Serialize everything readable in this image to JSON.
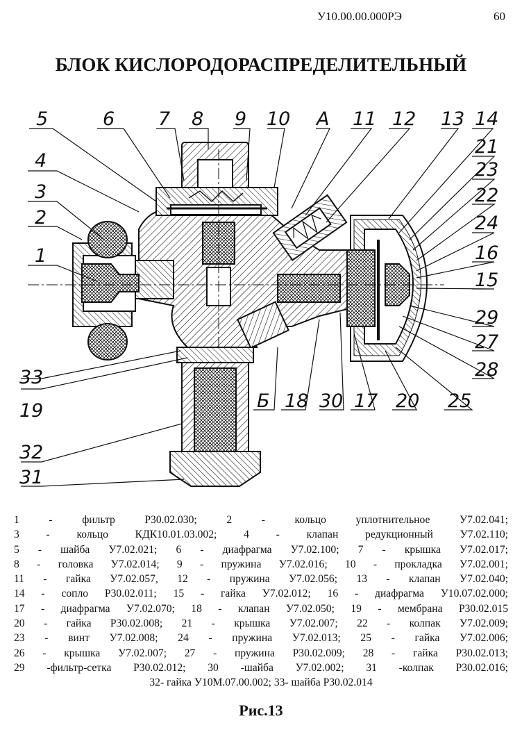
{
  "header": {
    "doc_code": "У10.00.00.000РЭ",
    "page_number": "60"
  },
  "title": "БЛОК КИСЛОРОДОРАСПРЕДЕЛИТЕЛЬНЫЙ",
  "callouts": [
    "1",
    "2",
    "3",
    "4",
    "5",
    "6",
    "7",
    "8",
    "9",
    "10",
    "А",
    "11",
    "12",
    "13",
    "14",
    "21",
    "23",
    "22",
    "24",
    "16",
    "15",
    "29",
    "27",
    "28",
    "25",
    "20",
    "17",
    "30",
    "18",
    "Б",
    "19",
    "33",
    "32",
    "31"
  ],
  "legend_lines": [
    "1 -   фильтр Р30.02.030;          2 - кольцо уплотнительное   У7.02.041;",
    "3 -  кольцо  КДК10.01.03.002;    4 - клапан  редукционный   У7.02.110;",
    "5 - шайба   У7.02.021;     6 -  диафрагма  У7.02.100;    7 - крышка  У7.02.017;",
    "8 - головка У7.02.014;  9 - пружина  У7.02.016;   10 - прокладка У7.02.001;",
    "11 - гайка   У7.02.057,   12 - пружина  У7.02.056;   13 - клапан  У7.02.040;",
    "14 - сопло Р30.02.011; 15 - гайка У7.02.012; 16 - диафрагма У10.07.02.000;",
    "17 - диафрагма У7.02.070; 18 - клапан У7.02.050; 19 - мембрана Р30.02.015",
    "20 - гайка  Р30.02.008;   21 -  крышка   У7.02.007;   22 -  колпак  У7.02.009;",
    "23  -  винт   У7.02.008;     24 - пружина    У7.02.013;   25 -  гайка  У7.02.006;",
    "26 - крышка  У7.02.007;  27 - пружина  Р30.02.009;   28 -  гайка Р30.02.013;",
    "29 -фильтр-сетка Р30.02.012; 30 -шайба У7.02.002; 31 -колпак Р30.02.016;",
    "32- гайка У10М.07.00.002; 33- шайба Р30.02.014"
  ],
  "caption": "Рис.13"
}
